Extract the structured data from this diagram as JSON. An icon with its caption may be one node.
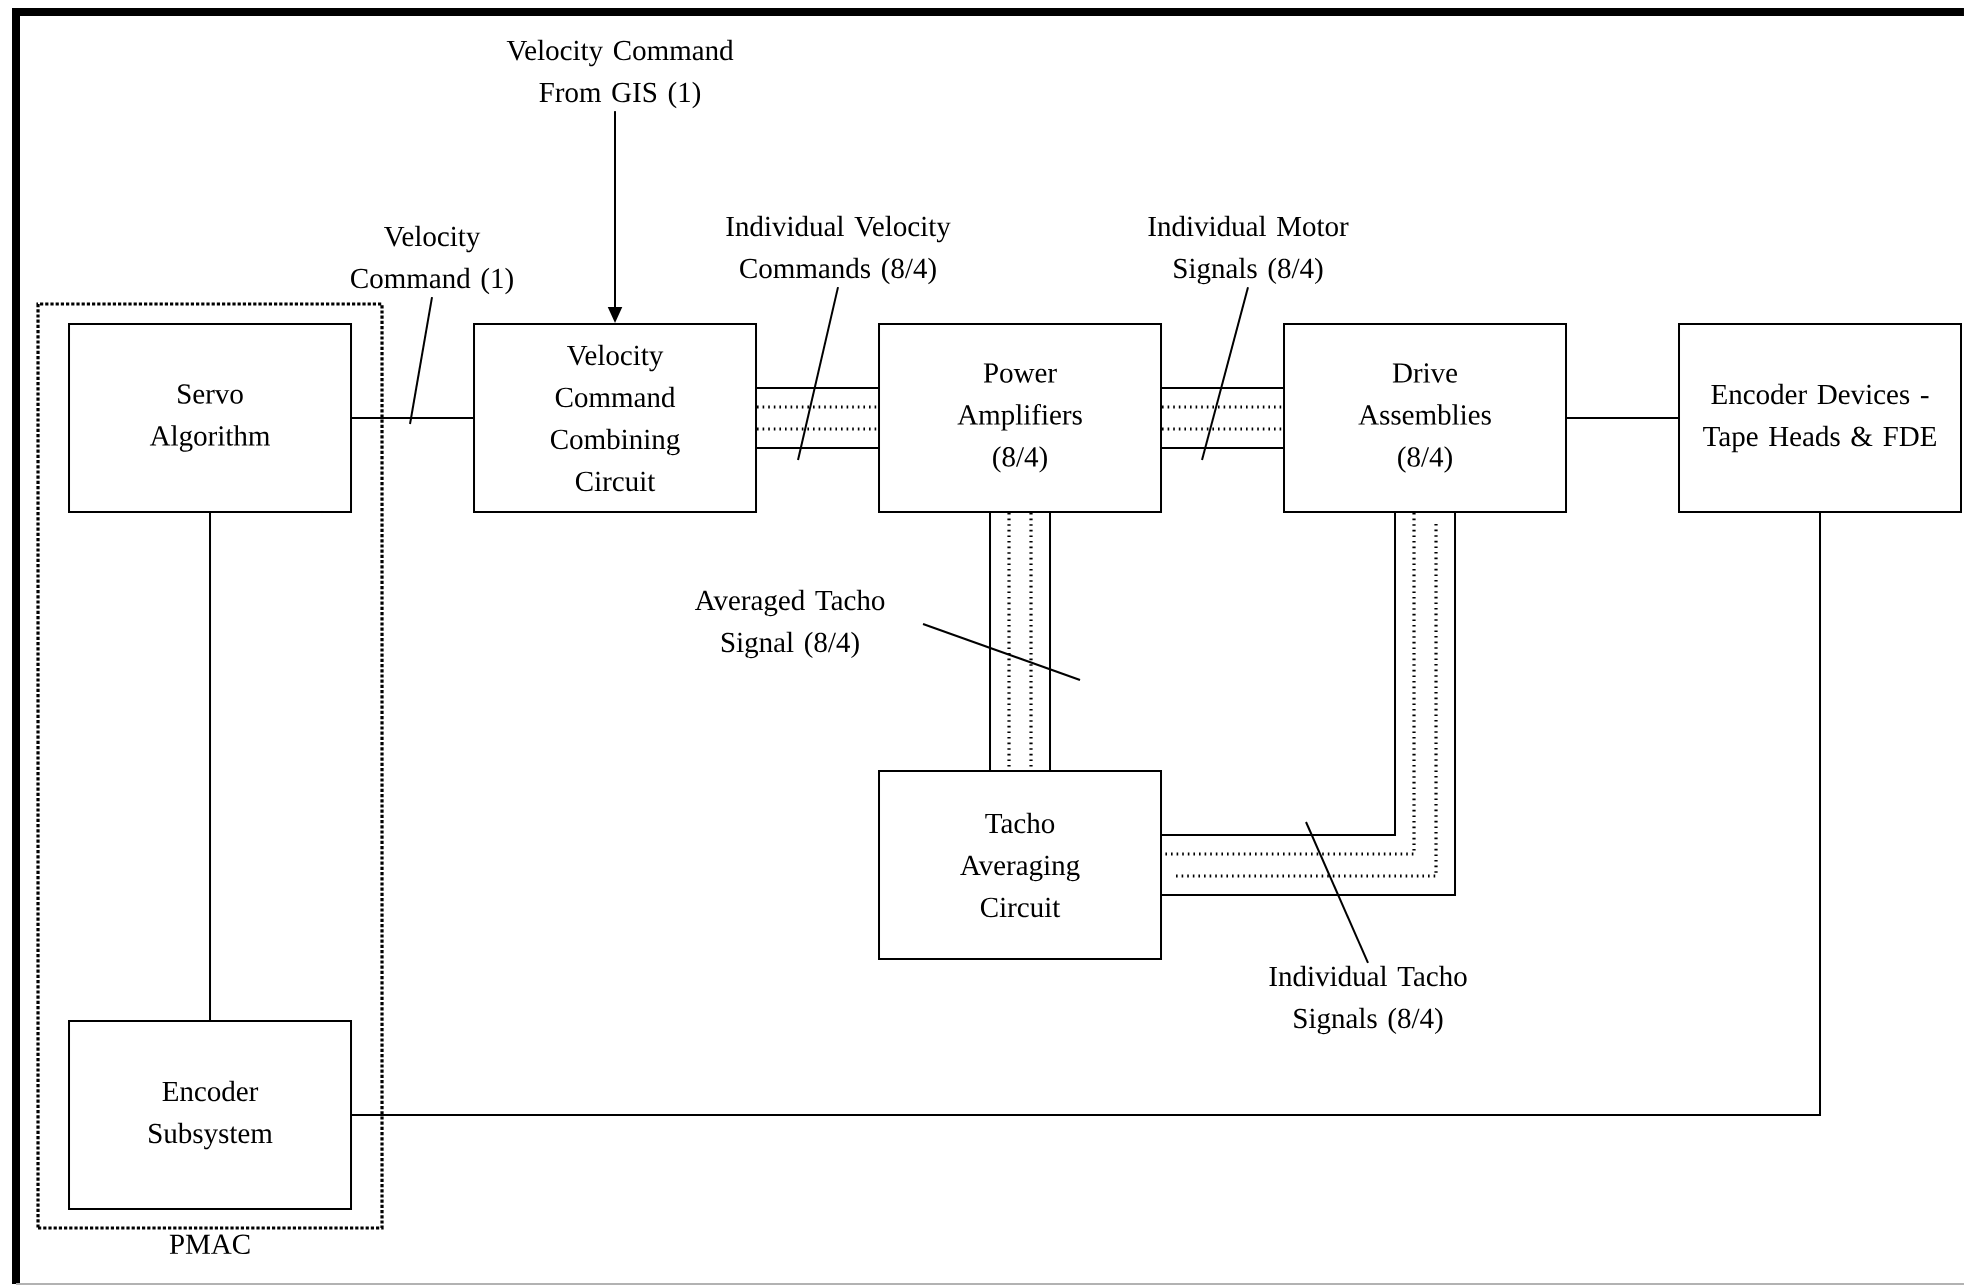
{
  "diagram": {
    "nodes": [
      {
        "text": [
          "PMAC"
        ]
      },
      {
        "text": [
          "Servo Algorithm"
        ],
        "in": 0
      },
      {
        "text": [
          "Encoder Subsystem"
        ],
        "in": 0
      },
      {
        "text": [
          "Velocity Command From GIS (1)"
        ]
      },
      {
        "text": [
          "Velocity Command Combining Circuit"
        ]
      },
      {
        "text": [
          "Power Amplifiers (8/4)"
        ]
      },
      {
        "text": [
          "Drive Assemblies (8/4)"
        ]
      },
      {
        "text": [
          "Encoder Devices - Tape Heads & FDE"
        ]
      },
      {
        "text": [
          "Tacho Averaging Circuit"
        ]
      },
      {
        "text": [
          "Velocity Command (1)"
        ]
      },
      {
        "text": [
          "Individual Velocity Commands (8/4)"
        ]
      },
      {
        "text": [
          "Individual Motor Signals (8/4)"
        ]
      },
      {
        "text": [
          "Averaged Tacho Signal (8/4)"
        ]
      },
      {
        "text": [
          "Individual Tacho Signals (8/4)"
        ]
      }
    ],
    "edges": [
      {
        "from": 1,
        "to": 2,
        "arrow": "none"
      },
      {
        "from": 3,
        "to": 4,
        "arrow": "to"
      },
      {
        "from": 1,
        "to": 4,
        "arrow": "none"
      },
      {
        "from": 4,
        "to": 5,
        "arrow": "none",
        "style": "thick"
      },
      {
        "from": 5,
        "to": 6,
        "arrow": "none",
        "style": "thick"
      },
      {
        "from": 5,
        "to": 8,
        "arrow": "none",
        "style": "thick"
      },
      {
        "from": 6,
        "to": 8,
        "arrow": "none",
        "style": "thick"
      },
      {
        "from": 6,
        "to": 7,
        "arrow": "none"
      },
      {
        "from": 7,
        "to": 2,
        "arrow": "none"
      },
      {
        "from": 9,
        "to": null,
        "arrow": "none"
      },
      {
        "from": 10,
        "to": null,
        "arrow": "none"
      },
      {
        "from": 11,
        "to": null,
        "arrow": "none"
      },
      {
        "from": 12,
        "to": null,
        "arrow": "none"
      },
      {
        "from": 13,
        "to": null,
        "arrow": "none"
      }
    ]
  }
}
